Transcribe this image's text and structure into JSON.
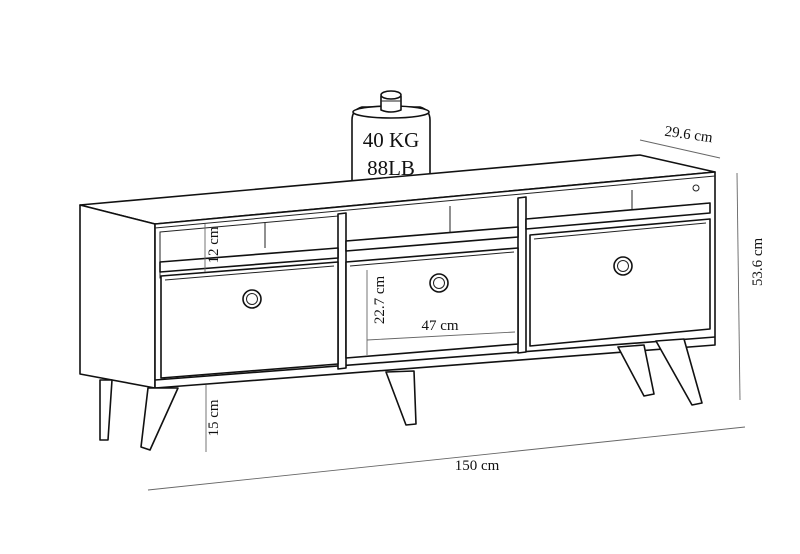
{
  "weight": {
    "kg": "40 KG",
    "lb": "88LB"
  },
  "dimensions": {
    "depth": "29.6 cm",
    "height": "53.6 cm",
    "width": "150 cm",
    "shelf_height": "12 cm",
    "drawer_height": "22.7 cm",
    "drawer_width": "47 cm",
    "leg_height": "15 cm"
  }
}
